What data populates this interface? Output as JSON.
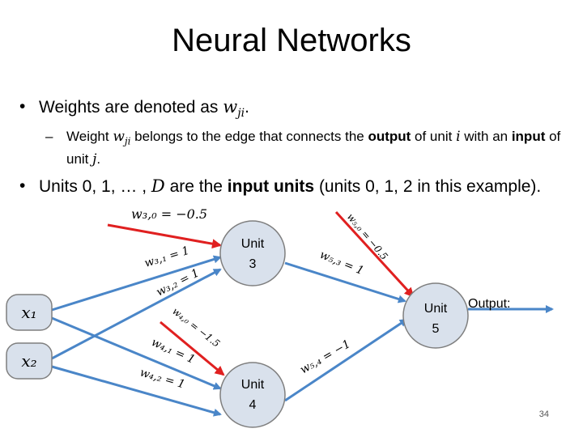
{
  "slide": {
    "title": "Neural Networks",
    "page_number": "34"
  },
  "bullets": {
    "b1_text": "Weights are denoted as ",
    "b1_math": "w",
    "b1_math_sub": "ji",
    "b1_end": ".",
    "sub_pre": "Weight ",
    "sub_math": "w",
    "sub_math_sub": "ji",
    "sub_mid1": " belongs to the edge that connects the ",
    "sub_bold1": "output",
    "sub_mid2": " of unit ",
    "sub_i": "i",
    "sub_mid3": " with an ",
    "sub_bold2": "input",
    "sub_mid4": " of unit ",
    "sub_j": "j",
    "sub_end": ".",
    "b3_pre": "Units 0, 1, … , ",
    "b3_D": "D",
    "b3_mid": " are the ",
    "b3_bold": "input units",
    "b3_end": " (units 0, 1, 2 in this example)."
  },
  "diagram": {
    "colors": {
      "node_fill": "#d9e1ec",
      "node_stroke": "#7f7f7f",
      "edge": "#4a86c8",
      "bias_arrow": "#e02020"
    },
    "nodes": {
      "x1": "x₁",
      "x2": "x₂",
      "unit3": [
        "Unit",
        "3"
      ],
      "unit4": [
        "Unit",
        "4"
      ],
      "unit5": [
        "Unit",
        "5"
      ]
    },
    "output_label": "Output:",
    "weights": {
      "w30": "w₃,₀ = −0.5",
      "w31": "w₃,₁ = 1",
      "w32": "w₃,₂ = 1",
      "w40": "w₄,₀ = −1.5",
      "w41": "w₄,₁ = 1",
      "w42": "w₄,₂ = 1",
      "w50": "w₅,₀ = −0.5",
      "w53": "w₅,₃ = 1",
      "w54": "w₅,₄ = −1"
    }
  }
}
